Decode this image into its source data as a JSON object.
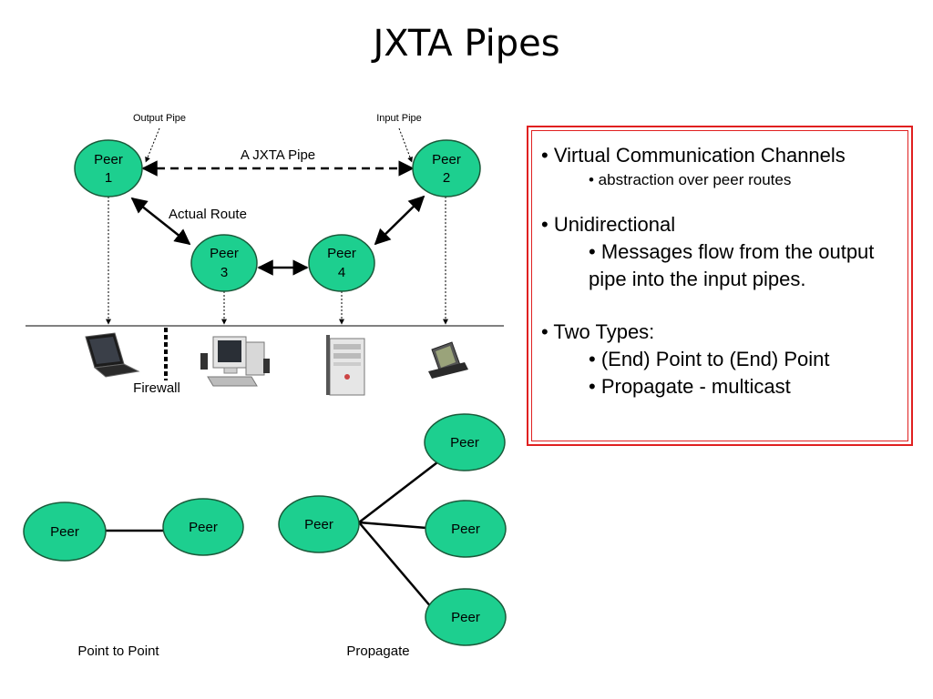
{
  "title": "JXTA Pipes",
  "diagram": {
    "label_output_pipe": "Output Pipe",
    "label_input_pipe": "Input Pipe",
    "label_jxta_pipe": "A  JXTA Pipe",
    "label_actual_route": "Actual Route",
    "label_firewall": "Firewall",
    "peer1": {
      "line1": "Peer",
      "line2": "1"
    },
    "peer2": {
      "line1": "Peer",
      "line2": "2"
    },
    "peer3": {
      "line1": "Peer",
      "line2": "3"
    },
    "peer4": {
      "line1": "Peer",
      "line2": "4"
    },
    "p2p_left": "Peer",
    "p2p_right": "Peer",
    "label_point_to_point": "Point to Point",
    "prop_center": "Peer",
    "prop_top": "Peer",
    "prop_mid": "Peer",
    "prop_bottom": "Peer",
    "label_propagate": "Propagate",
    "colors": {
      "node_fill": "#1dcf8f",
      "node_stroke": "#1a5a3a",
      "border": "#e02020"
    }
  },
  "textbox": {
    "b1": "• Virtual Communication Channels",
    "b1_sub": "• abstraction over peer routes",
    "b2": "• Unidirectional",
    "b2_sub": "• Messages flow from the output pipe into the input pipes.",
    "b3": "• Two Types:",
    "b3_sub1": "• (End) Point to (End) Point",
    "b3_sub2": "• Propagate - multicast"
  }
}
